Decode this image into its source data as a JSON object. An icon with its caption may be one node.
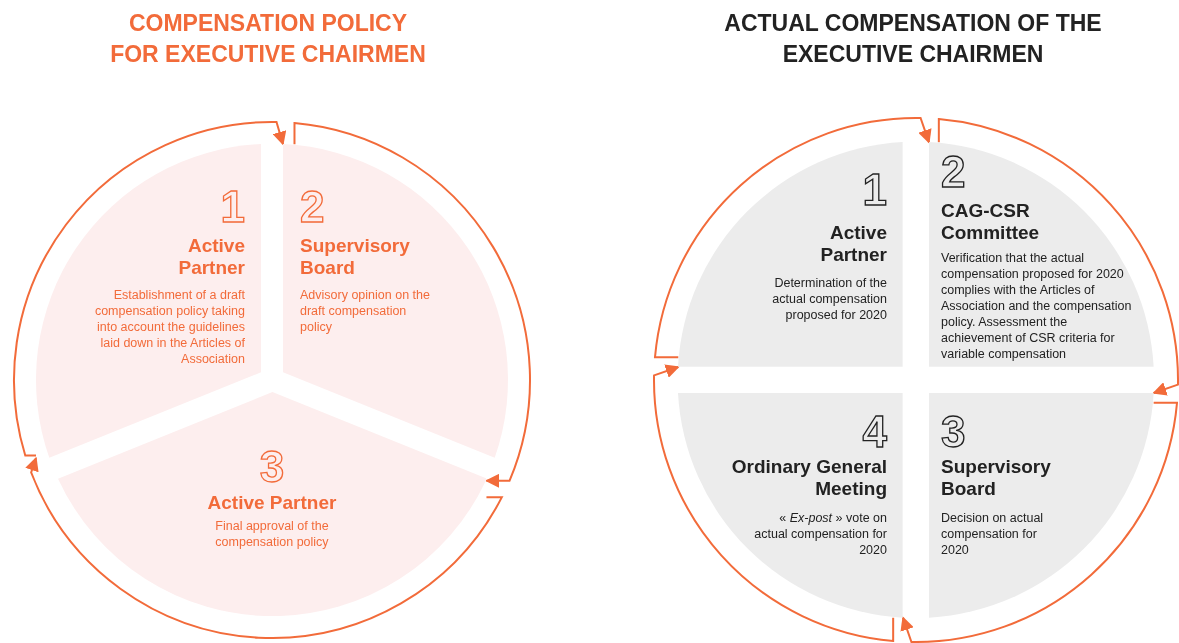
{
  "diagram": {
    "nodes": [
      {
        "text": [
          "1",
          "Active Partner",
          "Establishment of a draft compensation policy taking into account the guidelines laid down in the Articles of Association"
        ]
      },
      {
        "text": [
          "2",
          "Supervisory Board",
          "Advisory opinion on the draft compensation policy"
        ]
      },
      {
        "text": [
          "3",
          "Active Partner",
          "Final approval of the compensation policy"
        ]
      },
      {
        "text": [
          "1",
          "Active Partner",
          "Determination of the actual compensation proposed for 2020"
        ]
      },
      {
        "text": [
          "2",
          "CAG-CSR Committee",
          "Verification that the actual compensation proposed for 2020 complies with the Articles of Association and the compensation policy. Assessment the achievement of CSR criteria for variable compensation"
        ]
      },
      {
        "text": [
          "3",
          "Supervisory Board",
          "Decision on actual compensation for 2020"
        ]
      },
      {
        "text": [
          "4",
          "Ordinary General Meeting",
          "« *Ex-post* » vote on actual compensation for 2020"
        ]
      }
    ],
    "edges": [
      {
        "from": 0,
        "to": 1,
        "arrow": "to"
      },
      {
        "from": 1,
        "to": 2,
        "arrow": "to"
      },
      {
        "from": 2,
        "to": 0,
        "arrow": "to"
      },
      {
        "from": 3,
        "to": 4,
        "arrow": "to"
      },
      {
        "from": 4,
        "to": 5,
        "arrow": "to"
      },
      {
        "from": 5,
        "to": 6,
        "arrow": "to"
      },
      {
        "from": 6,
        "to": 3,
        "arrow": "to"
      }
    ],
    "labels": [
      "COMPENSATION POLICY FOR EXECUTIVE CHAIRMEN",
      "ACTUAL COMPENSATION OF THE EXECUTIVE CHAIRMEN"
    ]
  }
}
